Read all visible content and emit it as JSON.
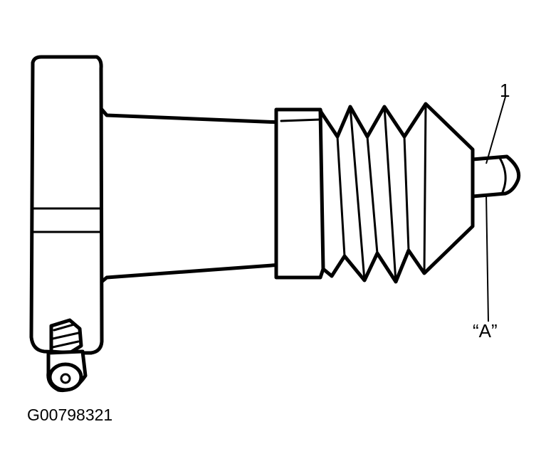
{
  "callouts": {
    "part_number": "1",
    "detail_label": "“A”"
  },
  "figure_id": "G00798321"
}
